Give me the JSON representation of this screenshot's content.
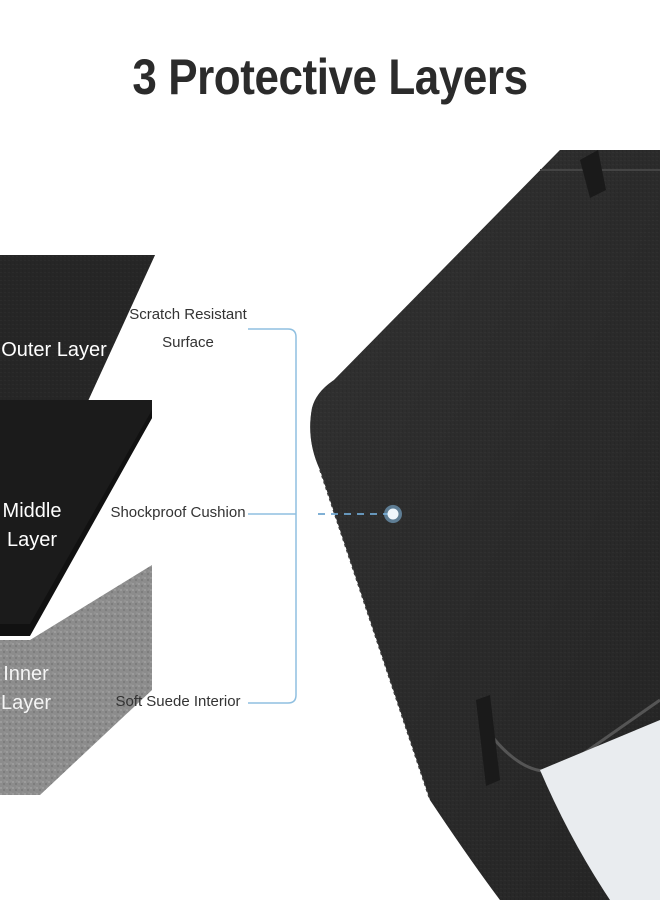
{
  "title": "3 Protective Layers",
  "layers": [
    {
      "label_line1": "Outer Layer",
      "label_line2": ""
    },
    {
      "label_line1": "Middle",
      "label_line2": "Layer"
    },
    {
      "label_line1": "Inner",
      "label_line2": "Layer"
    }
  ],
  "callouts": {
    "outer_line1": "Scratch Resistant",
    "outer_line2": "Surface",
    "middle": "Shockproof Cushion",
    "inner": "Soft Suede Interior"
  },
  "colors": {
    "bracket": "#8fbfe0",
    "sleeve": "#2a2a2a",
    "outer_layer": "#262626",
    "middle_layer": "#1c1c1c",
    "inner_layer": "#8a8a8a",
    "dot": "#7fb2d8"
  }
}
